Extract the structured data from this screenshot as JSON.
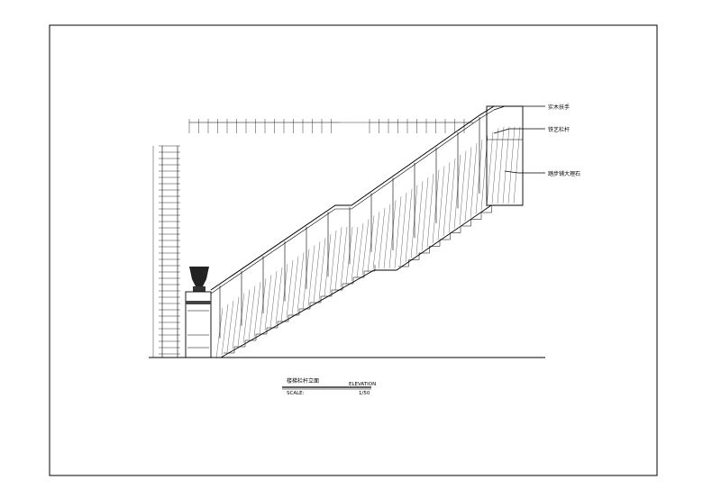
{
  "sheet": {
    "title": "楼梯栏杆立面",
    "title_en": "ELEVATION",
    "scale_label": "SCALE:",
    "scale_value": "1/50"
  },
  "callouts": [
    {
      "text": "实木扶手"
    },
    {
      "text": "铁艺栏杆"
    },
    {
      "text": "踏步铺大理石"
    }
  ],
  "colors": {
    "line": "#000000",
    "background": "#ffffff"
  }
}
